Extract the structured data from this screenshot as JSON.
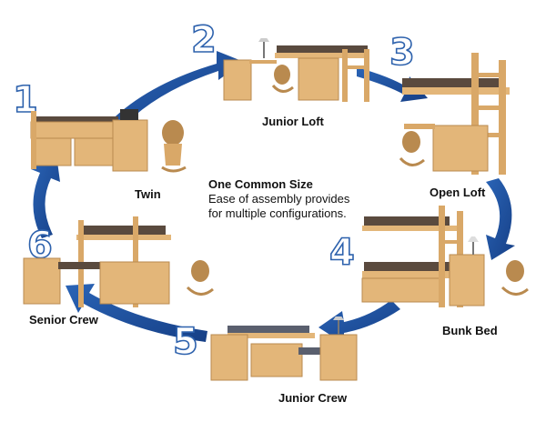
{
  "numbers": [
    "1",
    "2",
    "3",
    "4",
    "5",
    "6"
  ],
  "labels": {
    "twin": "Twin",
    "junior_loft": "Junior Loft",
    "open_loft": "Open Loft",
    "bunk_bed": "Bunk Bed",
    "junior_crew": "Junior Crew",
    "senior_crew": "Senior Crew"
  },
  "center": {
    "title": "One Common Size",
    "line1": "Ease of assembly provides",
    "line2": "for multiple configurations."
  },
  "colors": {
    "arrow": "#1f56a6",
    "number_outline": "#2e62ad",
    "wood": "#e3b679",
    "wood_dark": "#b98a4f",
    "mattress": "#5a4a3e"
  }
}
